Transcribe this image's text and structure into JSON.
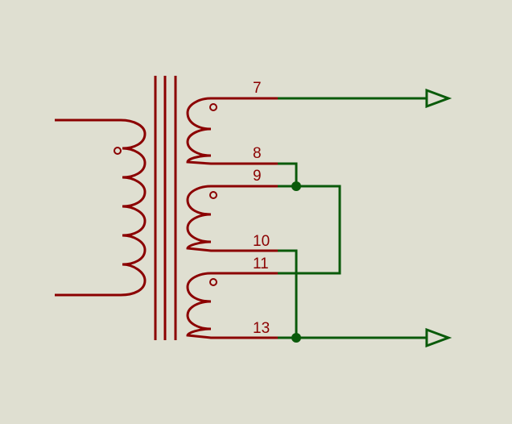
{
  "colors": {
    "background": "#dfdfd1",
    "component": "#8b0000",
    "wire": "#0a5a0a"
  },
  "pins": {
    "p7": "7",
    "p8": "8",
    "p9": "9",
    "p10": "10",
    "p11": "11",
    "p13": "13"
  },
  "icons": {
    "primary_coil": "inductor-coil-icon",
    "secondary_coil": "inductor-coil-icon",
    "core": "transformer-core-icon",
    "terminal": "arrow-terminal-icon",
    "junction": "junction-dot-icon",
    "polarity": "polarity-dot-icon"
  }
}
